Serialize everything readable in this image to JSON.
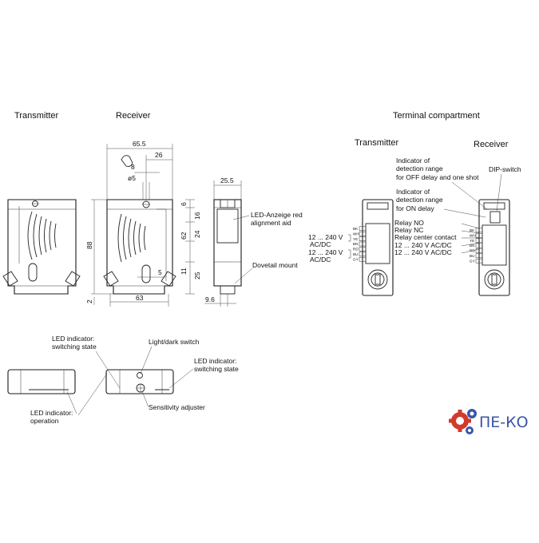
{
  "sections": {
    "transmitter": "Transmitter",
    "receiver": "Receiver",
    "terminal_compartment": "Terminal compartment",
    "terminal_transmitter": "Transmitter",
    "terminal_receiver": "Receiver"
  },
  "dimensions": {
    "width_total": "65.5",
    "width_26": "26",
    "hole": "ø5",
    "wrench": "8",
    "height_88": "88",
    "offset_2": "2",
    "base_63": "63",
    "depth_5": "5",
    "v_6": "6",
    "v_16": "16",
    "v_62": "62",
    "v_24": "24",
    "v_11": "11",
    "v_25": "25",
    "side_25_5": "25.5",
    "side_9_6": "9.6"
  },
  "labels": {
    "led_alignment_1": "LED-Anzeige red",
    "led_alignment_2": "alignment aid",
    "dovetail": "Dovetail mount",
    "off_delay_1": "Indicator of",
    "off_delay_2": "detection range",
    "off_delay_3": "for OFF delay  and one shot",
    "on_delay_1": "Indicator of",
    "on_delay_2": "detection range",
    "on_delay_3": "for ON delay",
    "dip_switch": "DIP-switch",
    "relay_no": "Relay NO",
    "relay_nc": "Relay NC",
    "relay_center": "Relay center contact",
    "supply_rx": "12 ... 240 V AC/DC",
    "supply_rx2": "12 ... 240 V AC/DC",
    "supply_tx_a1": "12 ... 240 V",
    "supply_tx_a2": "AC/DC",
    "supply_tx_b1": "12 ... 240 V",
    "supply_tx_b2": "AC/DC",
    "led_switching_left_1": "LED indicator:",
    "led_switching_left_2": "switching state",
    "light_dark": "Light/dark switch",
    "led_switching_right_1": "LED indicator:",
    "led_switching_right_2": "switching state",
    "led_operation_1": "LED indicator:",
    "led_operation_2": "operation",
    "sensitivity": "Sensitivity adjuster"
  },
  "pins": {
    "rx": [
      "BK",
      "WH",
      "YE",
      "BN",
      "RD",
      "BU",
      "GY"
    ],
    "tx": [
      "BK",
      "WH",
      "YE",
      "BN",
      "RD",
      "BU",
      "GY"
    ]
  },
  "logo": {
    "text": "ПЕ-КО",
    "color": "#3a56a8",
    "gear_color": "#d23a2a"
  }
}
